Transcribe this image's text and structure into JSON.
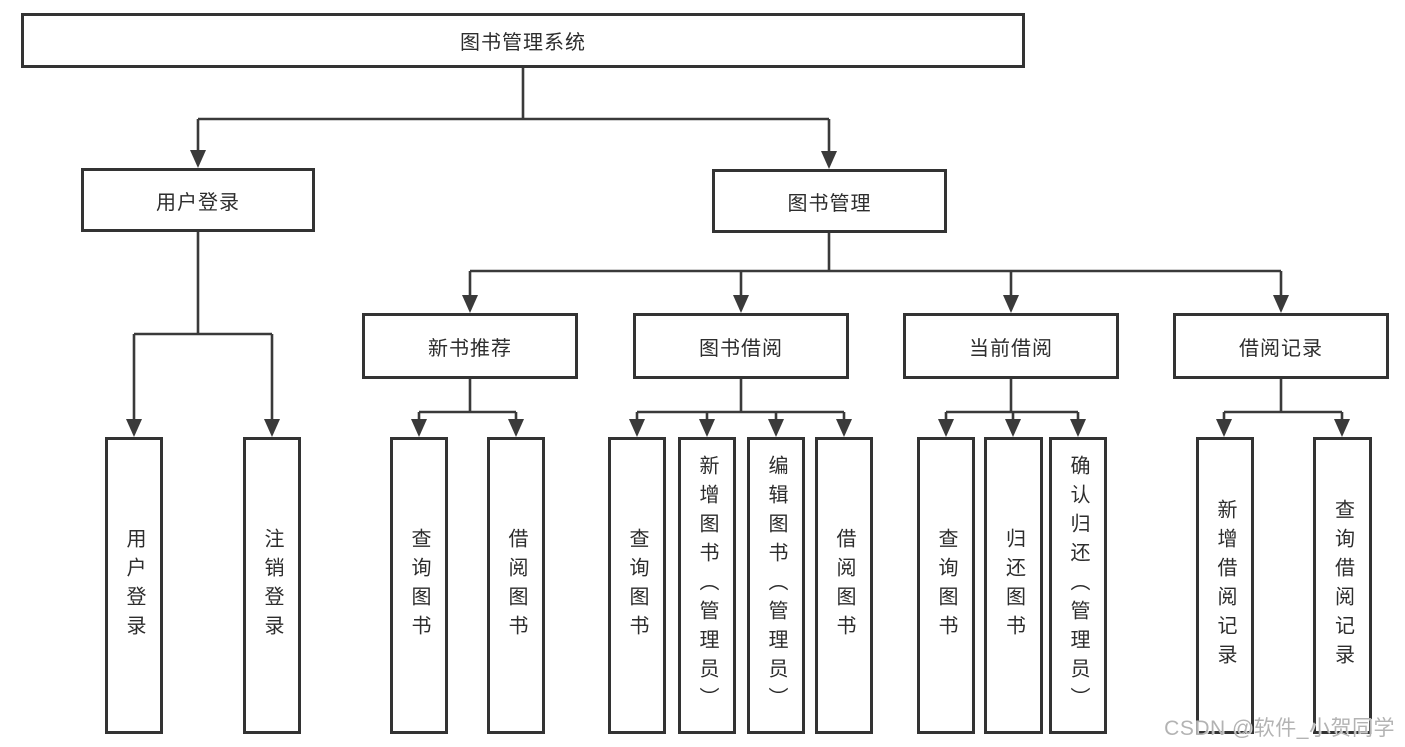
{
  "watermark": "CSDN @软件_小贺同学",
  "colors": {
    "line": "#3a3a3a",
    "box_border": "#333333",
    "text": "#2d2d2d",
    "watermark_text": "#b3b3b3",
    "background": "#ffffff"
  },
  "tree": {
    "root": {
      "label": "图书管理系统",
      "children": [
        {
          "label": "用户登录",
          "children": [
            {
              "label": "用户登录"
            },
            {
              "label": "注销登录"
            }
          ]
        },
        {
          "label": "图书管理",
          "children": [
            {
              "label": "新书推荐",
              "children": [
                {
                  "label": "查询图书"
                },
                {
                  "label": "借阅图书"
                }
              ]
            },
            {
              "label": "图书借阅",
              "children": [
                {
                  "label": "查询图书"
                },
                {
                  "label": "新增图书（管理员）"
                },
                {
                  "label": "编辑图书（管理员）"
                },
                {
                  "label": "借阅图书"
                }
              ]
            },
            {
              "label": "当前借阅",
              "children": [
                {
                  "label": "查询图书"
                },
                {
                  "label": "归还图书"
                },
                {
                  "label": "确认归还（管理员）"
                }
              ]
            },
            {
              "label": "借阅记录",
              "children": [
                {
                  "label": "新增借阅记录"
                },
                {
                  "label": "查询借阅记录"
                }
              ]
            }
          ]
        }
      ]
    }
  }
}
